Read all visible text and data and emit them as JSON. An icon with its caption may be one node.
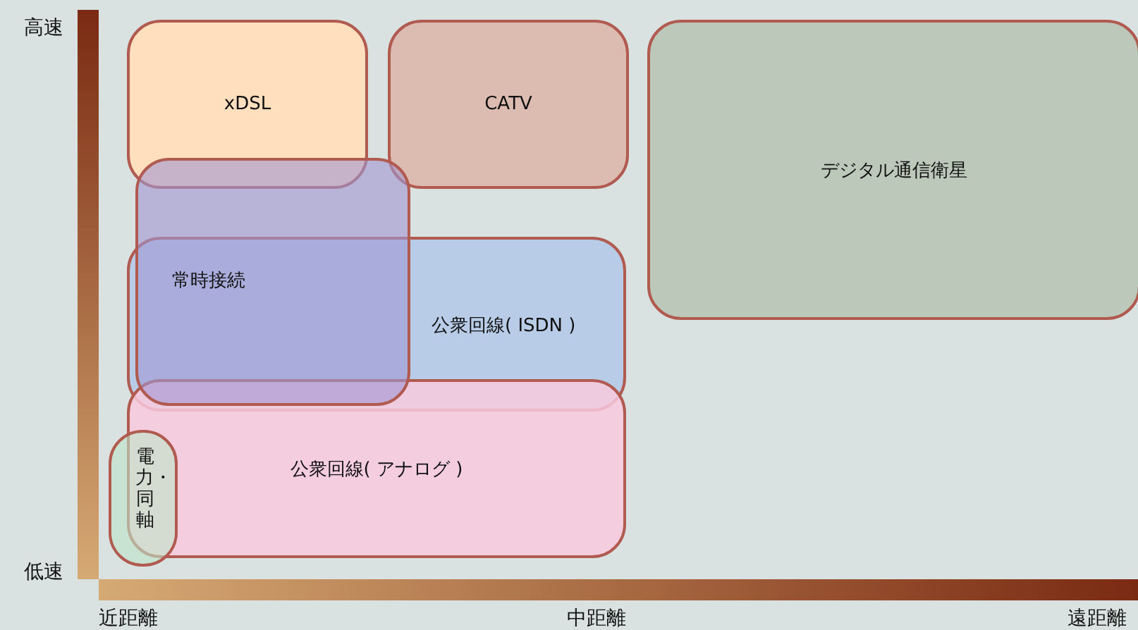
{
  "diagram": {
    "nodes": [
      {
        "text": [
          "xDSL"
        ]
      },
      {
        "text": [
          "CATV"
        ]
      },
      {
        "text": [
          "デジタル通信衛星"
        ]
      },
      {
        "text": [
          "常時接続"
        ]
      },
      {
        "text": [
          "公衆回線( ISDN )"
        ]
      },
      {
        "text": [
          "公衆回線( アナログ )"
        ]
      },
      {
        "text": [
          "電力・同軸"
        ]
      }
    ],
    "labels": [
      "高速",
      "低速",
      "近距離",
      "中距離",
      "遠距離"
    ]
  }
}
